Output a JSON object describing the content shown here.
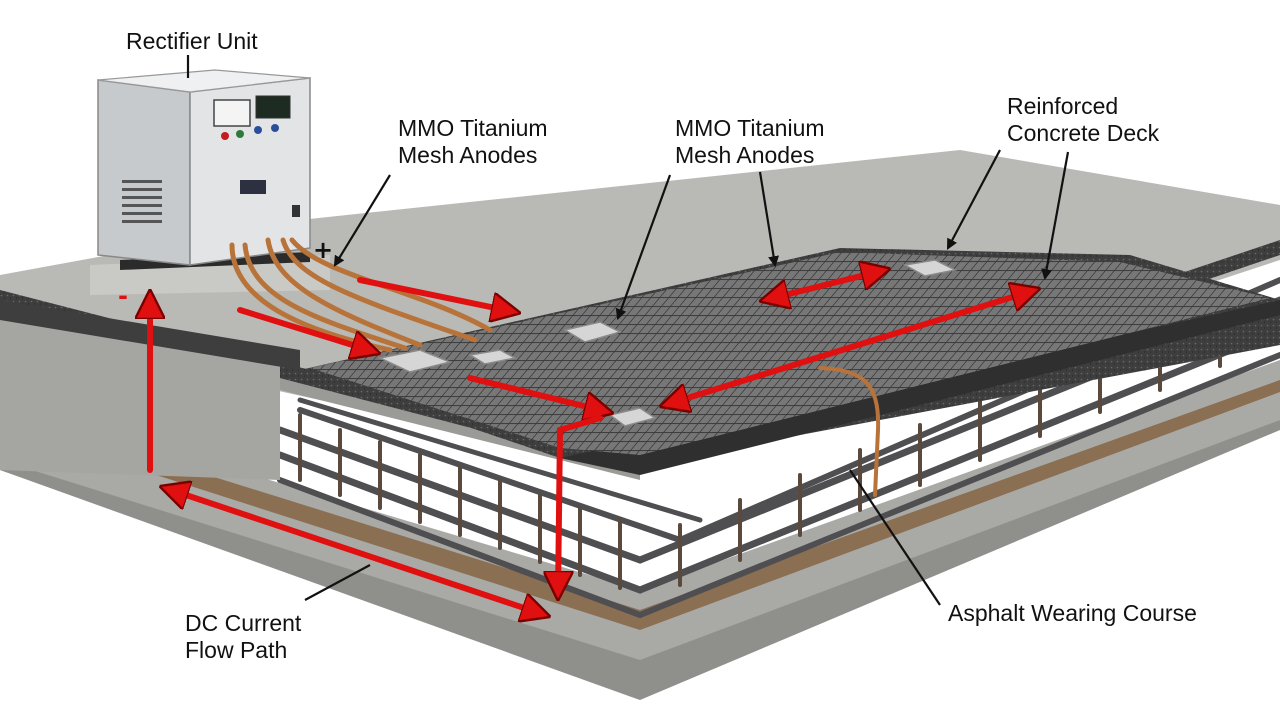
{
  "labels": {
    "rectifier": "Rectifier Unit",
    "anodes_left_line1": "MMO Titanium",
    "anodes_left_line2": "Mesh Anodes",
    "anodes_right_line1": "MMO Titanium",
    "anodes_right_line2": "Mesh Anodes",
    "deck_line1": "Reinforced",
    "deck_line2": "Concrete Deck",
    "dc_line1": "DC Current",
    "dc_line2": "Flow Path",
    "asphalt": "Asphalt Wearing Course"
  },
  "polarity": {
    "positive": "+",
    "negative": "-"
  },
  "colors": {
    "current_arrow": "#e01010",
    "concrete": "#b9b9b6",
    "concrete_dark": "#8f8f8c",
    "asphalt": "#4a4a4a",
    "mesh": "#6b6b6b",
    "rebar": "#4f4f52",
    "copper": "#b8733a",
    "cabinet": "#d9dcde"
  },
  "icons": [
    "rectifier-cabinet-icon",
    "meter-icon",
    "display-icon",
    "cable-icon"
  ]
}
